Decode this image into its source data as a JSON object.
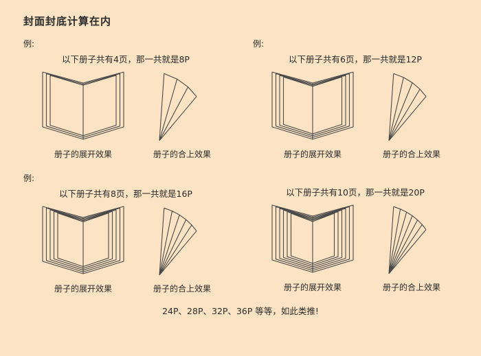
{
  "page": {
    "title": "封面封底计算在内",
    "footer": "24P、28P、32P、36P 等等，如此类推!",
    "bg": "#fbe3c3",
    "line_color": "#4a4a4a"
  },
  "labels": {
    "open": "册子的展开效果",
    "closed": "册子的合上效果"
  },
  "examples": [
    {
      "label": "例:",
      "caption": "以下册子共有4页，那一共就是8P",
      "pages": 4,
      "result": "8P"
    },
    {
      "label": "例:",
      "caption": "以下册子共有6页，那一共就是12P",
      "pages": 6,
      "result": "12P"
    },
    {
      "label": "例:",
      "caption": "以下册子共有8页，那一共就是16P",
      "pages": 8,
      "result": "16P"
    },
    {
      "label": "",
      "caption": "以下册子共有10页，那一共就是20P",
      "pages": 10,
      "result": "20P"
    }
  ]
}
